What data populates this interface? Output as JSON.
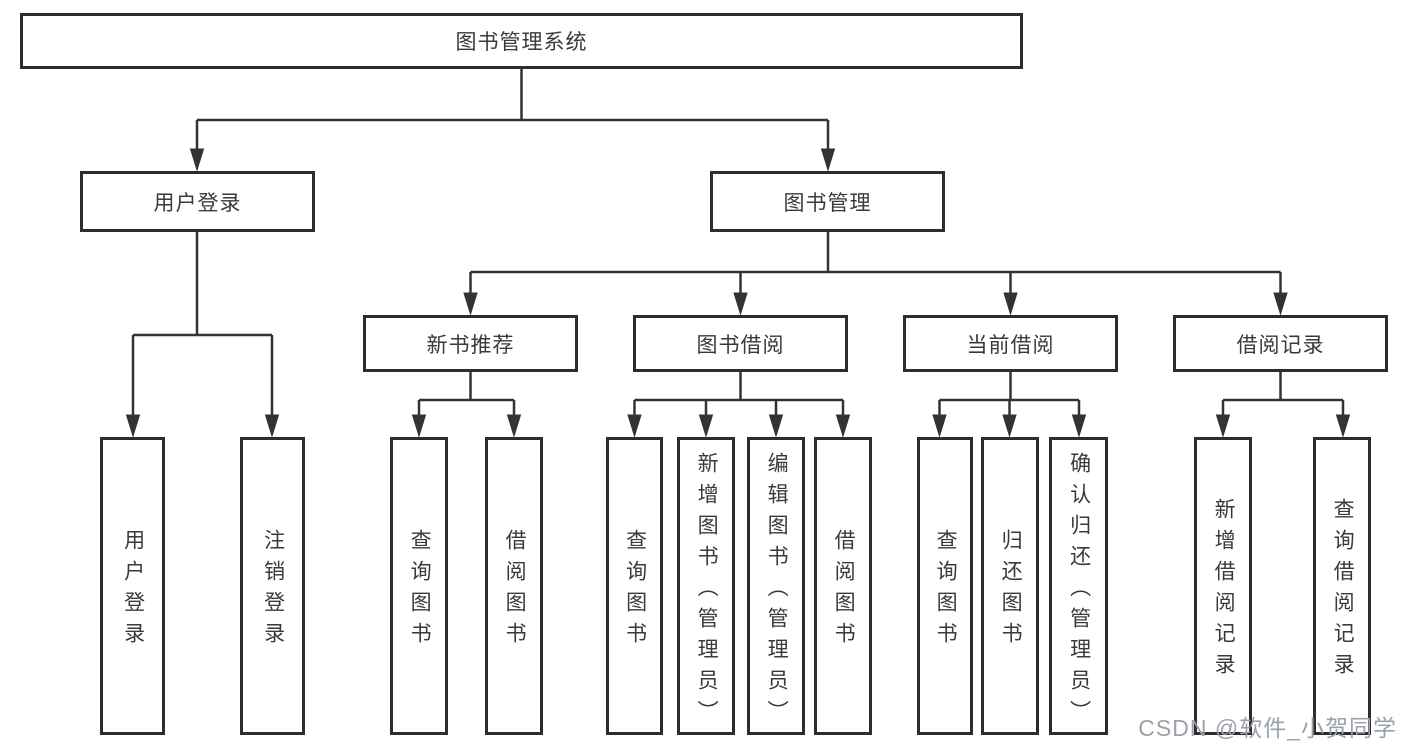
{
  "tree": {
    "label": "图书管理系统",
    "children": [
      {
        "label": "用户登录",
        "children": [
          {
            "label": "用户登录"
          },
          {
            "label": "注销登录"
          }
        ]
      },
      {
        "label": "图书管理",
        "children": [
          {
            "label": "新书推荐",
            "children": [
              {
                "label": "查询图书"
              },
              {
                "label": "借阅图书"
              }
            ]
          },
          {
            "label": "图书借阅",
            "children": [
              {
                "label": "查询图书"
              },
              {
                "label": "新增图书（管理员）"
              },
              {
                "label": "编辑图书（管理员）"
              },
              {
                "label": "借阅图书"
              }
            ]
          },
          {
            "label": "当前借阅",
            "children": [
              {
                "label": "查询图书"
              },
              {
                "label": "归还图书"
              },
              {
                "label": "确认归还（管理员）"
              }
            ]
          },
          {
            "label": "借阅记录",
            "children": [
              {
                "label": "新增借阅记录"
              },
              {
                "label": "查询借阅记录"
              }
            ]
          }
        ]
      }
    ]
  },
  "watermark": {
    "text": "CSDN @软件_小贺同学"
  },
  "colors": {
    "line": "#333333",
    "box_border": "#2d2d2d",
    "text": "#3a3a3a",
    "watermark": "#9ba1a8"
  }
}
